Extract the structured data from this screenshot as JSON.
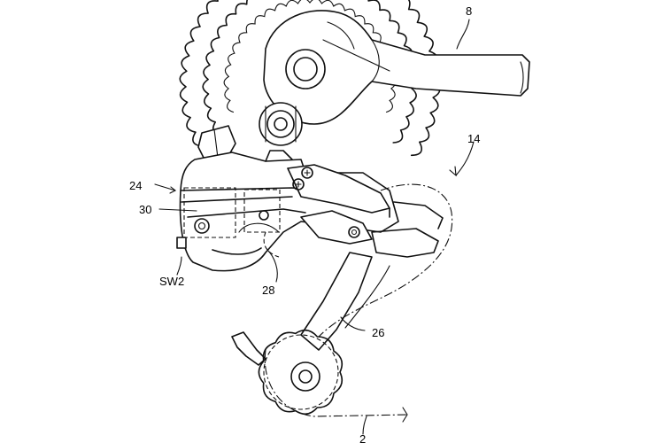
{
  "figure": {
    "reference_labels": {
      "frame": "8",
      "rear_derailleur": "14",
      "base_member": "24",
      "electric_unit": "30",
      "switch": "SW2",
      "movable_part": "28",
      "chain_guide": "26",
      "chain": "2"
    }
  }
}
